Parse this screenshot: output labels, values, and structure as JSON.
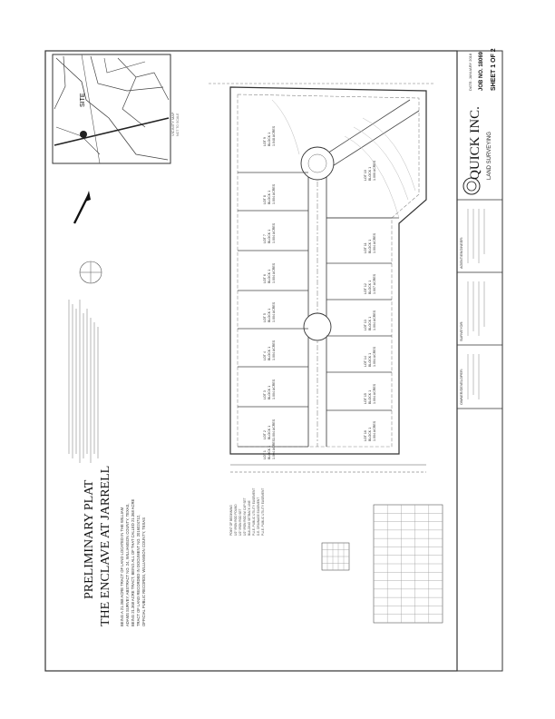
{
  "title": {
    "line1": "PRELIMINARY PLAT",
    "line2": "THE ENCLAVE AT JARRELL"
  },
  "description_lines": [
    "BEING A 21.368 ACRE TRACT OF LAND LOCATED IN THE WILLIAM",
    "ADAMS SURVEY, ABSTRACT NO. 24, WILLIAMSON COUNTY, TEXAS,",
    "BEING 21.368 ACRE TRACT, BEING ALL OF THAT CALLED 21.368 ACRE",
    "TRACT OF LAND RECORDED IN DOCUMENT NO. 2016024712,",
    "OFFICIAL PUBLIC RECORDS, WILLIAMSON COUNTY, TEXAS"
  ],
  "title_block": {
    "company": "QUICK INC.",
    "company_sub": "LAND SURVEYING",
    "date_label": "DATE: JANUARY 2018",
    "job_no": "JOB NO. 18069",
    "sheet_label": "SHEET 1 OF 2",
    "developer_header": "OWNER/DEVELOPER:",
    "surveyor_header": "SURVEYOR:",
    "engineer_header": "AGENT/ENGINEER:"
  },
  "vicinity_map": {
    "site_label": "SITE",
    "heading": "VICINITY MAP",
    "scale": "NOT TO SCALE"
  },
  "legend_items": [
    "POINT OF BEGINNING",
    "1/2\" IRON ROD FOUND",
    "1/2\" IRON ROD SET",
    "1/2\" IRON ROD W/ CAP SET",
    "BUILDING SETBACK LINE",
    "P.U.E. PUBLIC UTILITY EASEMENT",
    "D.E. DRAINAGE EASEMENT",
    "P.U.E. PUBLIC UTILITY EASEMENT"
  ],
  "lots_left": [
    {
      "lot": "LOT 9",
      "block": "BLOCK 1",
      "acres": "1.048 ACRES"
    },
    {
      "lot": "LOT 8",
      "block": "BLOCK 1",
      "acres": "1.004 ACRES"
    },
    {
      "lot": "LOT 7",
      "block": "BLOCK 1",
      "acres": "1.004 ACRES"
    },
    {
      "lot": "LOT 6",
      "block": "BLOCK 1",
      "acres": "1.004 ACRES"
    },
    {
      "lot": "LOT 5",
      "block": "BLOCK 1",
      "acres": "1.004 ACRES"
    },
    {
      "lot": "LOT 4",
      "block": "BLOCK 1",
      "acres": "1.004 ACRES"
    },
    {
      "lot": "LOT 3",
      "block": "BLOCK 1",
      "acres": "1.004 ACRES"
    },
    {
      "lot": "LOT 2",
      "block": "BLOCK 1",
      "acres": "1.004 ACRES"
    },
    {
      "lot": "LOT 1",
      "block": "BLOCK 1",
      "acres": "1.004 ACRES"
    }
  ],
  "lots_right": [
    {
      "lot": "LOT 10",
      "block": "BLOCK 1",
      "acres": "1.000 ACRES"
    },
    {
      "lot": "LOT 11",
      "block": "BLOCK 1",
      "acres": "1.004 ACRES"
    },
    {
      "lot": "LOT 12",
      "block": "BLOCK 1",
      "acres": "1.007 ACRES"
    },
    {
      "lot": "LOT 13",
      "block": "BLOCK 1",
      "acres": "1.004 ACRES"
    },
    {
      "lot": "LOT 14",
      "block": "BLOCK 1",
      "acres": "1.004 ACRES"
    },
    {
      "lot": "LOT 15",
      "block": "BLOCK 1",
      "acres": "1.004 ACRES"
    },
    {
      "lot": "LOT 16",
      "block": "BLOCK 1",
      "acres": "1.004 ACRES"
    }
  ],
  "colors": {
    "line": "#333333",
    "dashed": "#777777",
    "faint": "#9a9a9a"
  }
}
